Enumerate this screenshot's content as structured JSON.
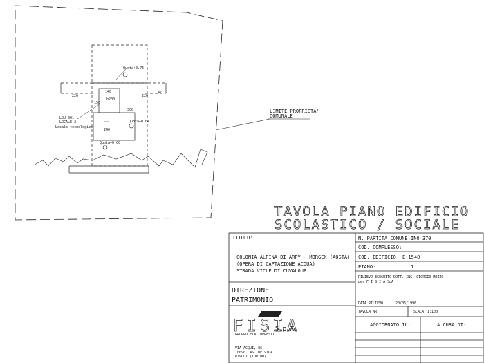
{
  "drawing": {
    "dims": {
      "left": "220",
      "right": "220",
      "top_small": "140",
      "inner": "h200",
      "center": "240",
      "side_left": "150",
      "side_right": "300",
      "right_end": "47"
    },
    "quota_top": "Quota+0.75",
    "quota_mid": "Quota+0.04",
    "quota_base": "Quota+0.00",
    "room_labels": [
      "LOU 001",
      "LOCALE 2",
      "Locale tecnologico"
    ],
    "limit_label": [
      "LIMITE PROPRIETA'",
      "COMUNALE"
    ]
  },
  "title_lines": [
    "TAVOLA PIANO EDIFICIO",
    "SCOLASTICO / SOCIALE"
  ],
  "titolo": {
    "label": "TITOLO:",
    "lines": [
      "COLONIA ALPINA DI ARPY - MORGEX (AOSTA)",
      "(OPERA DI CAPTAZIONE ACQUA)",
      "STRADA VICLE DI CUVALOUP"
    ]
  },
  "direzione": [
    "DIREZIONE",
    "PATRIMONIO"
  ],
  "company": {
    "logo": "FISIA",
    "spa": "S.p.A.",
    "group": "GRUPPO FIATIMPRESIT",
    "address": [
      "VIA ACQUI, 86",
      "10090 CASCINE VICA",
      "RIVOLI (TORINO)"
    ]
  },
  "fields": [
    {
      "label": "N. PARTITA COMUNE:",
      "value": "IN0 370"
    },
    {
      "label": "COD. COMPLESSO:",
      "value": ""
    },
    {
      "label": "COD. EDIFICIO",
      "value": "E 1540"
    },
    {
      "label": "PIANO:",
      "value": "1"
    }
  ],
  "rilievo": [
    "RILIEVO ESEGUITO DOTT. ING. GIORGIO MOZZO",
    "per F I S I A  SpA"
  ],
  "data_rilievo": {
    "label": "DATA RILIEVO",
    "value": "20/06/1996"
  },
  "tavola": {
    "label": "TAVOLA NR.",
    "scala_label": "SCALA",
    "scala_value": "1:100"
  },
  "aggiornato": {
    "label": "AGGIORNATO IL:",
    "cura": "A CURA DI:"
  }
}
